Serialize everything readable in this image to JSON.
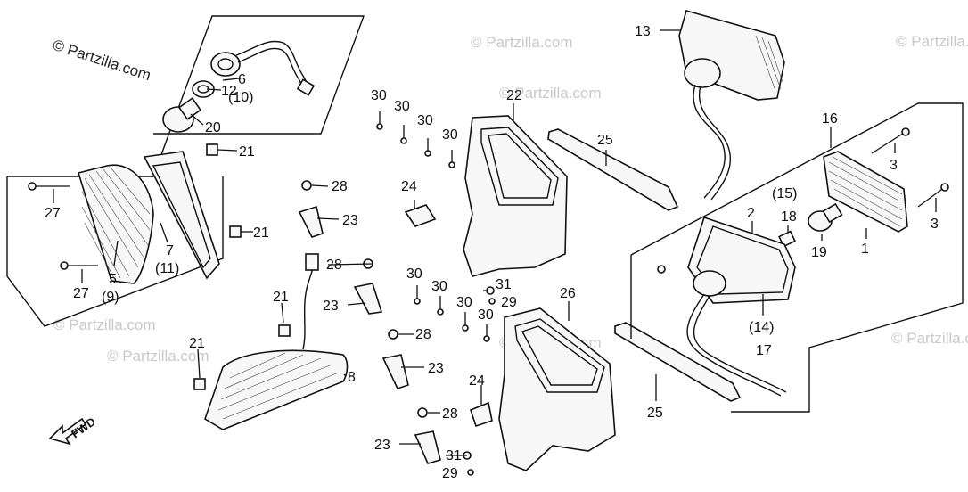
{
  "watermark": {
    "main": "© Partzilla.com",
    "repeat": "© Partzilla.com"
  },
  "fwd_label": "FWD",
  "callouts": {
    "n1": "1",
    "n2": "2",
    "n3a": "3",
    "n3b": "3",
    "n5": "5",
    "n5alt": "(9)",
    "n6": "6",
    "n6alt": "(10)",
    "n7": "7",
    "n7alt": "(11)",
    "n8": "8",
    "n12": "12",
    "n13": "13",
    "n14": "(14)",
    "n15": "(15)",
    "n16": "16",
    "n17": "17",
    "n18": "18",
    "n19": "19",
    "n20": "20",
    "n21a": "21",
    "n21b": "21",
    "n21c": "21",
    "n21d": "21",
    "n22": "22",
    "n23a": "23",
    "n23b": "23",
    "n23c": "23",
    "n23d": "23",
    "n24a": "24",
    "n24b": "24",
    "n25a": "25",
    "n25b": "25",
    "n26": "26",
    "n27a": "27",
    "n27b": "27",
    "n28a": "28",
    "n28b": "28",
    "n28c": "28",
    "n28d": "28",
    "n29a": "29",
    "n29b": "29",
    "n30a": "30",
    "n30b": "30",
    "n30c": "30",
    "n30d": "30",
    "n30e": "30",
    "n30f": "30",
    "n30g": "30",
    "n30h": "30",
    "n31a": "31",
    "n31b": "31"
  }
}
